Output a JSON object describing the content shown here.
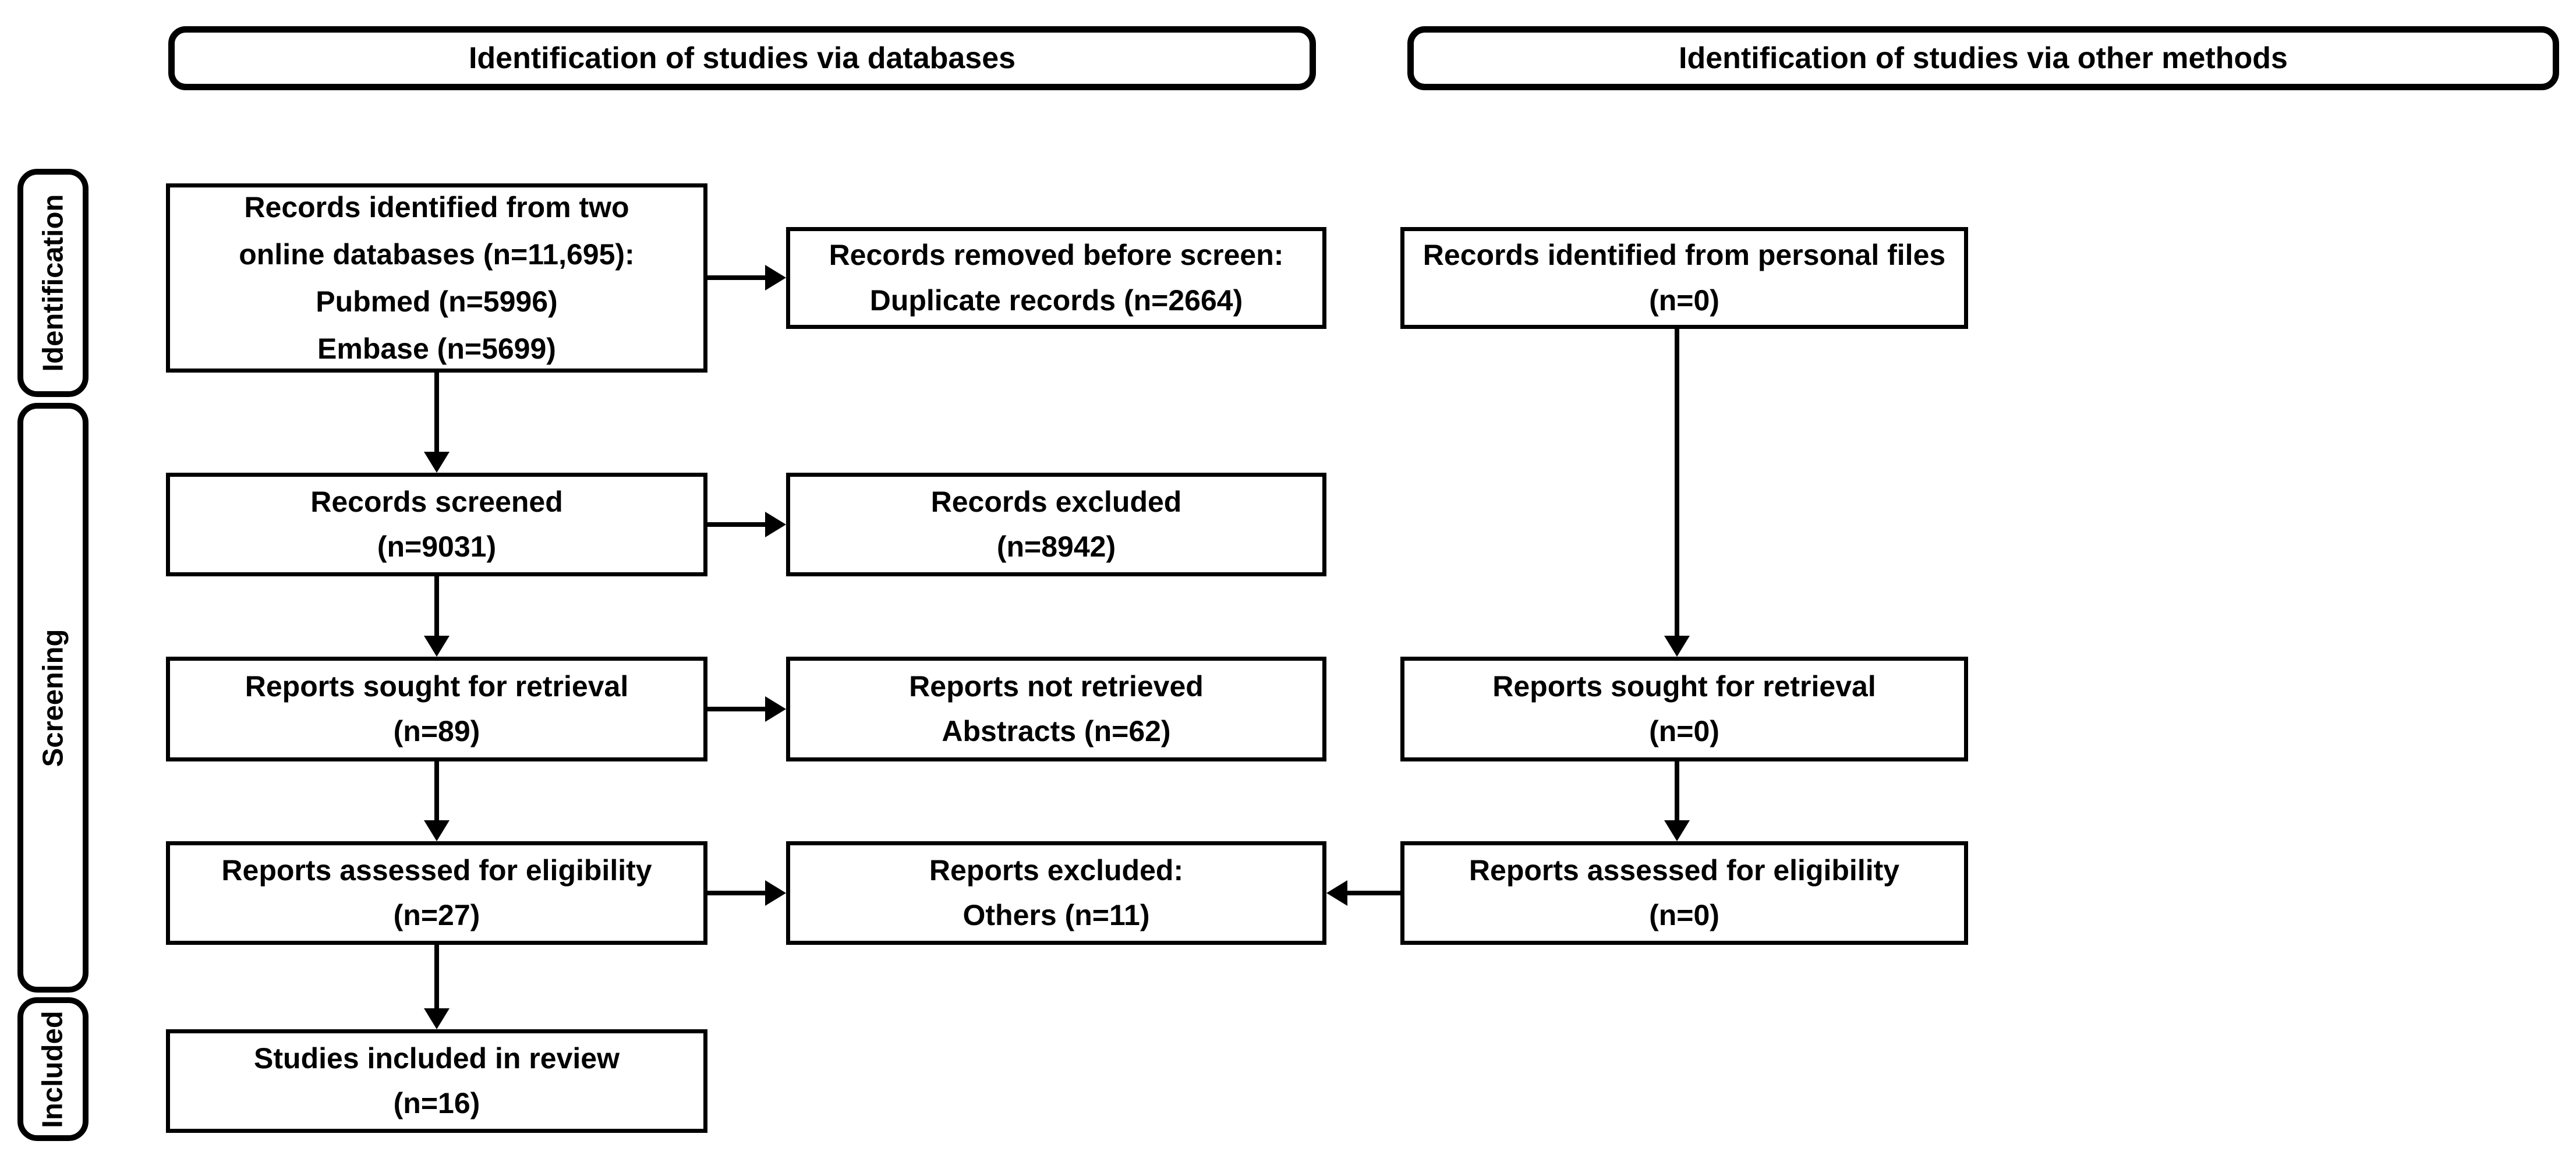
{
  "headers": {
    "databases": "Identification of studies via databases",
    "other_methods": "Identification of studies via other methods"
  },
  "stages": {
    "identification": "Identification",
    "screening": "Screening",
    "included": "Included"
  },
  "boxes": {
    "db_identified": "Records identified from two\nonline databases (n=11,695):\nPubmed (n=5996)\nEmbase (n=5699)",
    "removed_before_screen": "Records removed before screen:\nDuplicate records (n=2664)",
    "records_screened": "Records screened\n(n=9031)",
    "records_excluded": "Records excluded\n(n=8942)",
    "reports_sought": "Reports sought for retrieval\n(n=89)",
    "reports_not_retrieved": "Reports not retrieved\nAbstracts (n=62)",
    "reports_assessed": "Reports assessed for eligibility\n(n=27)",
    "reports_excluded": "Reports excluded:\nOthers (n=11)",
    "studies_included": "Studies included in review\n(n=16)",
    "personal_files": "Records identified from personal files\n(n=0)",
    "other_reports_sought": "Reports sought for retrieval\n(n=0)",
    "other_reports_assessed": "Reports assessed for eligibility\n(n=0)"
  },
  "colors": {
    "line": "#000000",
    "background": "#ffffff",
    "text": "#000000"
  }
}
